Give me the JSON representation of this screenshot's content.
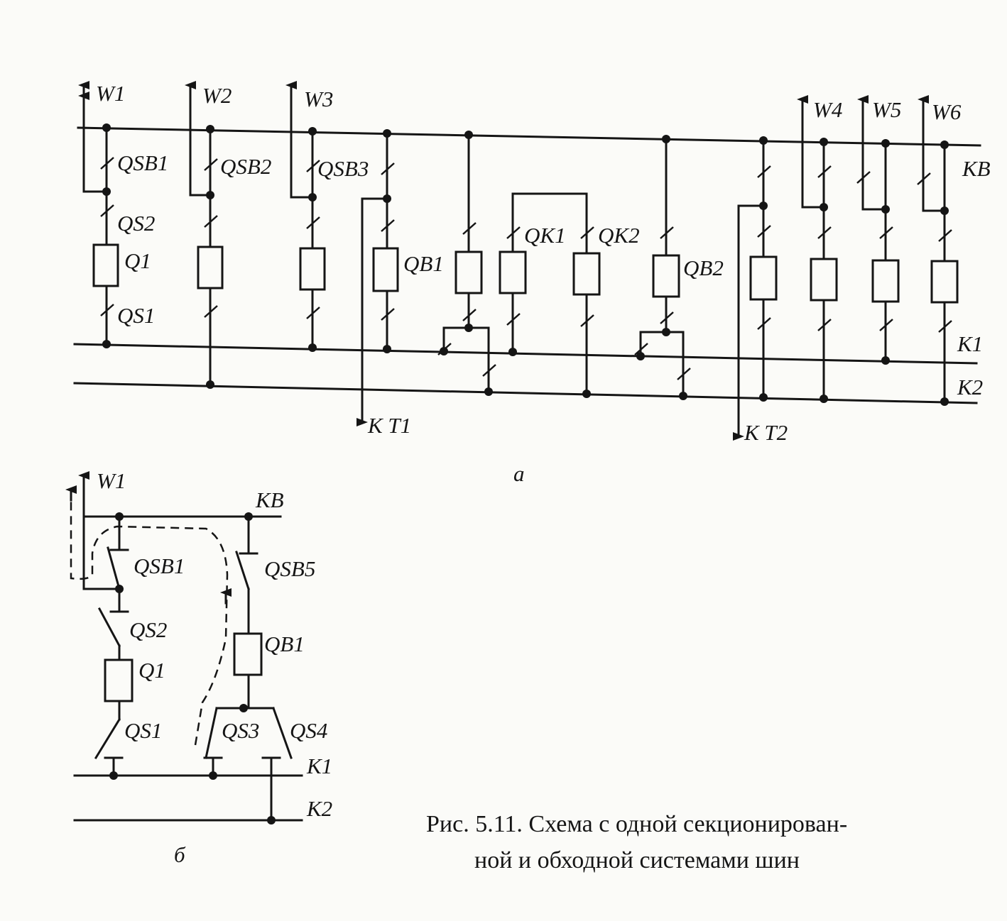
{
  "figure_a": {
    "label": "а",
    "feeders": [
      "W1",
      "W2",
      "W3",
      "W4",
      "W5",
      "W6"
    ],
    "bypass_bus": "KB",
    "bus_sections": [
      "K1",
      "K2"
    ],
    "devices": {
      "qsb1": "QSB1",
      "qsb2": "QSB2",
      "qsb3": "QSB3",
      "qs2": "QS2",
      "q1": "Q1",
      "qs1": "QS1",
      "qb1": "QB1",
      "qk1": "QK1",
      "qk2": "QK2",
      "qb2": "QB2"
    },
    "transformer_links": [
      "К T1",
      "К T2"
    ]
  },
  "figure_b": {
    "label": "б",
    "feeder": "W1",
    "bypass_bus": "KB",
    "bus_sections": [
      "K1",
      "K2"
    ],
    "devices": {
      "qsb1": "QSB1",
      "qsb5": "QSB5",
      "qs2": "QS2",
      "q1": "Q1",
      "qb1": "QB1",
      "qs1": "QS1",
      "qs3": "QS3",
      "qs4": "QS4"
    }
  },
  "caption": {
    "line1": "Рис. 5.11. Схема с одной секционирован-",
    "line2": "ной и обходной системами шин"
  }
}
